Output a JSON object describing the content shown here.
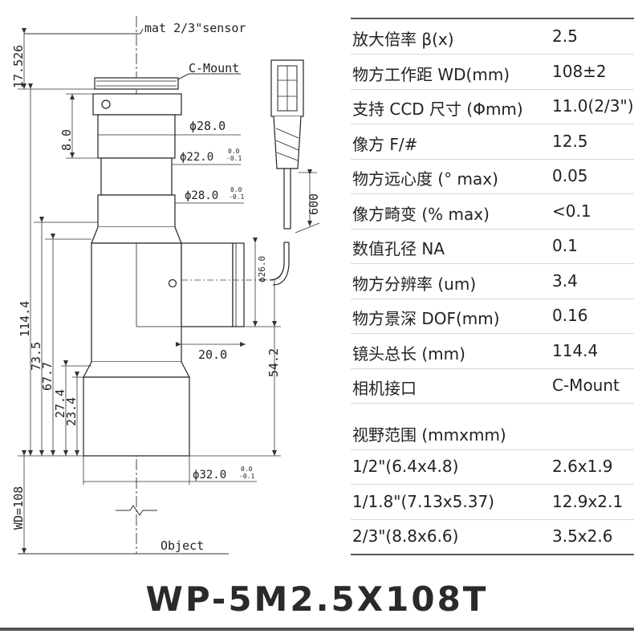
{
  "drawing": {
    "sensor_label": "mat 2/3\"sensor",
    "mount_label": "C-Mount",
    "object_label": "Object",
    "cable_length": "600",
    "dims": {
      "d1": "17.526",
      "d2": "8.0",
      "d3": "114.4",
      "d4": "73.5",
      "d5": "67.7",
      "d6": "27.4",
      "d7": "23.4",
      "d8": "54.2",
      "d9": "20.0",
      "d10": "WD=108",
      "dia1": "ϕ28.0",
      "dia2": "ϕ22.0",
      "dia3": "ϕ28.0",
      "dia4": "ϕ26.0",
      "dia5": "ϕ32.0",
      "tol_upper": "0.0",
      "tol_lower": "-0.1"
    }
  },
  "specs": [
    {
      "key": "放大倍率 β(x)",
      "value": "2.5"
    },
    {
      "key": "物方工作距 WD(mm)",
      "value": "108±2"
    },
    {
      "key": "支持 CCD 尺寸 (Φmm)",
      "value": "11.0(2/3\")"
    },
    {
      "key": "像方 F/#",
      "value": "12.5"
    },
    {
      "key": "物方远心度 (° max)",
      "value": "0.05"
    },
    {
      "key": "像方畸变 (% max)",
      "value": "<0.1"
    },
    {
      "key": "数值孔径 NA",
      "value": "0.1"
    },
    {
      "key": "物方分辨率 (um)",
      "value": "3.4"
    },
    {
      "key": "物方景深 DOF(mm)",
      "value": "0.16"
    },
    {
      "key": "镜头总长 (mm)",
      "value": "114.4"
    },
    {
      "key": "相机接口",
      "value": "C-Mount"
    }
  ],
  "fov": {
    "header": "视野范围 (mmxmm)",
    "rows": [
      {
        "key": "1/2\"(6.4x4.8)",
        "value": "2.6x1.9"
      },
      {
        "key": "1/1.8\"(7.13x5.37)",
        "value": "12.9x2.1"
      },
      {
        "key": "2/3\"(8.8x6.6)",
        "value": "3.5x2.6"
      }
    ]
  },
  "model": "WP-5M2.5X108T"
}
